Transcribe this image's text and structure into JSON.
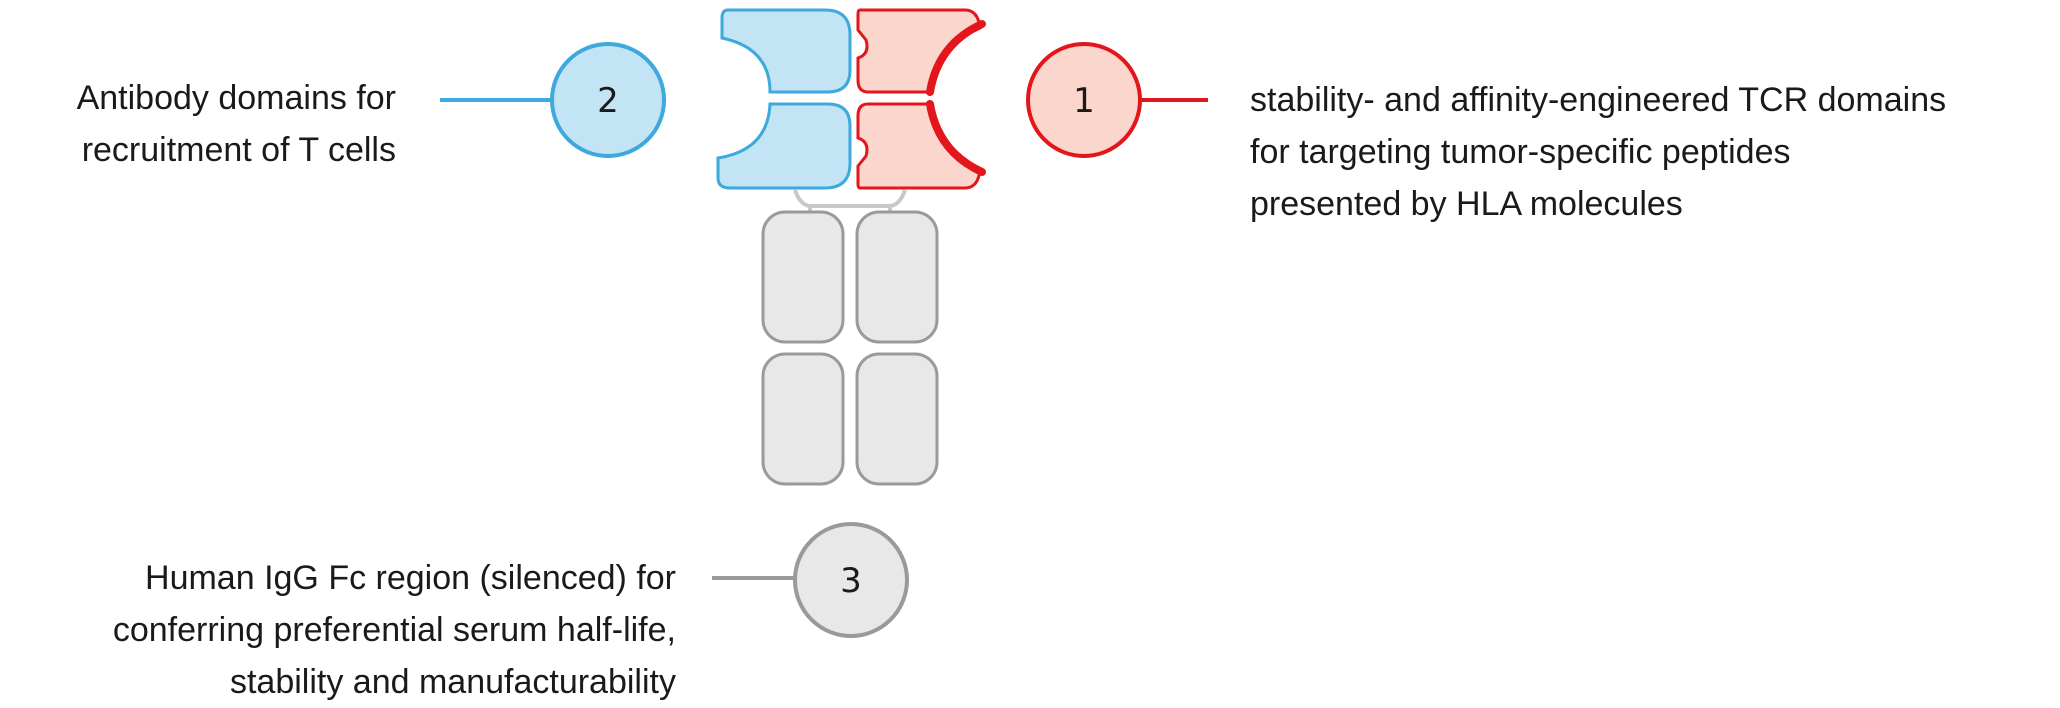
{
  "callouts": {
    "antibody": {
      "number": "2",
      "lines": [
        "Antibody domains for",
        "recruitment of T cells"
      ],
      "color": "#3ea9dc",
      "fill": "#c3e4f5"
    },
    "tcr": {
      "number": "1",
      "lines": [
        "stability- and affinity-engineered TCR domains",
        "for targeting tumor-specific peptides",
        "presented by HLA molecules"
      ],
      "color": "#e3161b",
      "fill": "#fbd6cd"
    },
    "fc": {
      "number": "3",
      "lines": [
        "Human IgG Fc region (silenced) for",
        "conferring preferential serum half-life,",
        "stability and manufacturability"
      ],
      "color": "#9a9a9a",
      "fill": "#e8e8e8"
    }
  }
}
